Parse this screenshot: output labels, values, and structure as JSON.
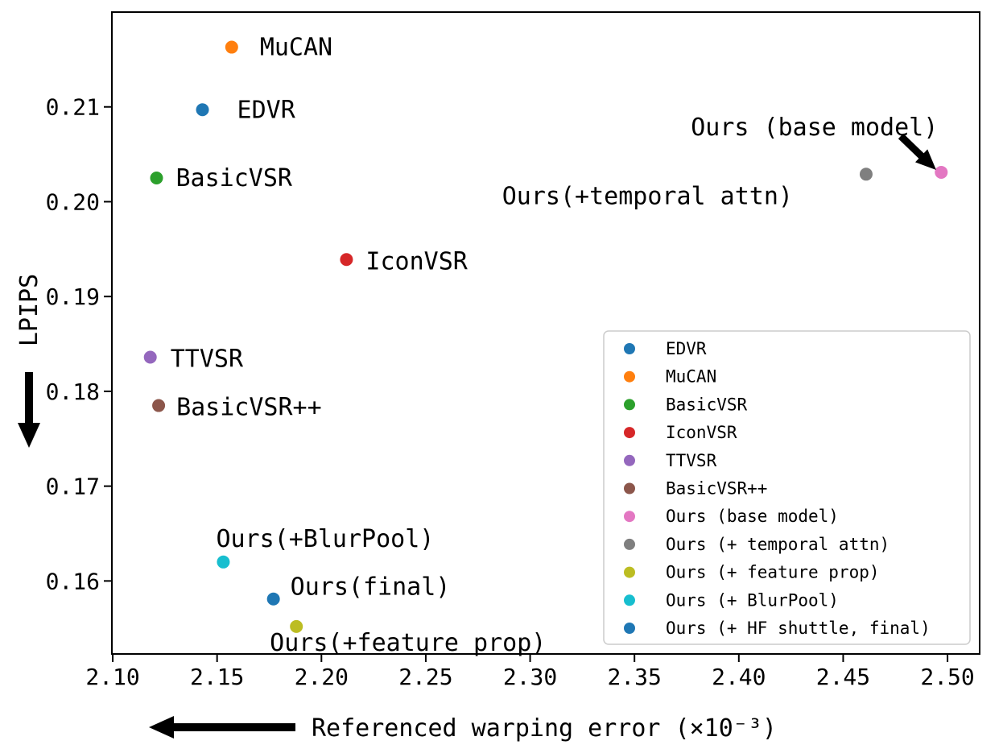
{
  "figure": {
    "background": "#ffffff",
    "spine_color": "#000000",
    "text_color": "#000000",
    "arrow_color": "#000000",
    "legend_border_color": "#cccccc"
  },
  "chart_data": {
    "type": "scatter",
    "title": "",
    "xlabel": "Referenced warping error (×10⁻³)",
    "ylabel": "LPIPS",
    "xlim": [
      2.0996,
      2.5154
    ],
    "ylim": [
      0.1523,
      0.22
    ],
    "x_ticks": [
      "2.10",
      "2.15",
      "2.20",
      "2.25",
      "2.30",
      "2.35",
      "2.40",
      "2.45",
      "2.50"
    ],
    "y_ticks": [
      "0.21",
      "0.20",
      "0.19",
      "0.18",
      "0.17",
      "0.16"
    ],
    "grid": false,
    "legend_position": "lower right",
    "axis_arrows": {
      "x_direction": "left",
      "y_direction": "down",
      "meaning": "lower is better on both axes"
    },
    "points": [
      {
        "name": "EDVR",
        "color": "#1f77b4",
        "x": 2.143,
        "y": 0.2097,
        "point_label": "EDVR",
        "label_anchor": "start",
        "label_dx": 43,
        "label_dy": 0
      },
      {
        "name": "MuCAN",
        "color": "#ff7f0e",
        "x": 2.157,
        "y": 0.2163,
        "point_label": "MuCAN",
        "label_anchor": "start",
        "label_dx": 35,
        "label_dy": 0
      },
      {
        "name": "BasicVSR",
        "color": "#2ca02c",
        "x": 2.121,
        "y": 0.2025,
        "point_label": "BasicVSR",
        "label_anchor": "start",
        "label_dx": 24,
        "label_dy": 0
      },
      {
        "name": "IconVSR",
        "color": "#d62728",
        "x": 2.212,
        "y": 0.1939,
        "point_label": "IconVSR",
        "label_anchor": "start",
        "label_dx": 24,
        "label_dy": 2
      },
      {
        "name": "TTVSR",
        "color": "#9467bd",
        "x": 2.118,
        "y": 0.1836,
        "point_label": "TTVSR",
        "label_anchor": "start",
        "label_dx": 25,
        "label_dy": 2
      },
      {
        "name": "BasicVSR++",
        "color": "#8c564b",
        "x": 2.122,
        "y": 0.1785,
        "point_label": "BasicVSR++",
        "label_anchor": "start",
        "label_dx": 22,
        "label_dy": 2
      },
      {
        "name": "Ours (base model)",
        "color": "#e377c2",
        "x": 2.497,
        "y": 0.2031,
        "point_label": "Ours (base model)",
        "label_anchor": "end",
        "label_dx": -4,
        "label_dy": -56,
        "arrow": true
      },
      {
        "name": "Ours (+ temporal attn)",
        "color": "#7f7f7f",
        "x": 2.461,
        "y": 0.2029,
        "point_label": "Ours(+temporal attn)",
        "label_anchor": "end",
        "label_dx": -91,
        "label_dy": 27
      },
      {
        "name": "Ours (+ feature prop)",
        "color": "#bcbd22",
        "x": 2.188,
        "y": 0.1552,
        "point_label": "Ours(+feature prop)",
        "label_anchor": "start",
        "label_dx": -33,
        "label_dy": 20
      },
      {
        "name": "Ours (+ BlurPool)",
        "color": "#17becf",
        "x": 2.153,
        "y": 0.162,
        "point_label": "Ours(+BlurPool)",
        "label_anchor": "start",
        "label_dx": -9,
        "label_dy": -29
      },
      {
        "name": "Ours (+ HF shuttle, final)",
        "color": "#1f77b4",
        "x": 2.177,
        "y": 0.1581,
        "point_label": "Ours(final)",
        "label_anchor": "start",
        "label_dx": 21,
        "label_dy": -15
      }
    ],
    "legend": [
      "EDVR",
      "MuCAN",
      "BasicVSR",
      "IconVSR",
      "TTVSR",
      "BasicVSR++",
      "Ours (base model)",
      "Ours (+ temporal attn)",
      "Ours (+ feature prop)",
      "Ours (+ BlurPool)",
      "Ours (+ HF shuttle, final)"
    ]
  }
}
